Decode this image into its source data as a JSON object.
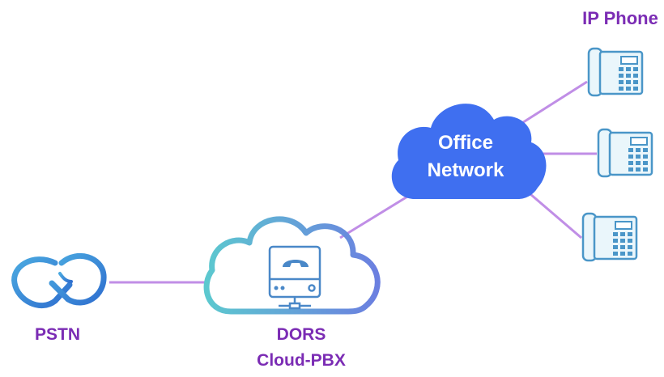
{
  "colors": {
    "link": "#c08ee6",
    "label": "#7b2cb4",
    "office_cloud": "#3f6ff0",
    "pbx_gradient_start": "#5cc8cf",
    "pbx_gradient_end": "#6b7fe0",
    "phone": "#4a96c8",
    "phone_fill": "#eaf6fb",
    "pstn": "#3b8ed9"
  },
  "labels": {
    "ip_phone": "IP Phone",
    "office_line1": "Office",
    "office_line2": "Network",
    "pstn": "PSTN",
    "dors_line1": "DORS",
    "dors_line2": "Cloud-PBX"
  },
  "icons": {
    "pstn": "pstn-loop-icon",
    "pbx": "pbx-server-icon",
    "phone": "desk-phone-icon",
    "office_cloud": "cloud-icon",
    "pbx_cloud": "cloud-outline-icon"
  }
}
